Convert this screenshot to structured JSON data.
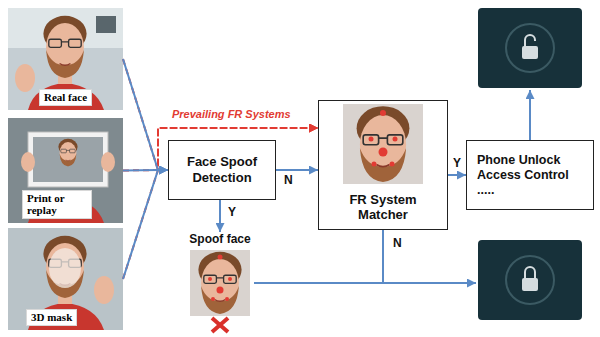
{
  "diagram": {
    "nodes": [
      {
        "text": [
          "Real face"
        ]
      },
      {
        "text": [
          "Print or replay"
        ]
      },
      {
        "text": [
          "3D mask"
        ]
      },
      {
        "text": [
          "Face Spoof Detection"
        ]
      },
      {
        "text": [
          "FR System Matcher"
        ]
      },
      {
        "text": [
          "Phone Unlock Access Control ....."
        ]
      },
      {
        "text": [
          "Spoof face"
        ]
      }
    ],
    "edges": [
      {
        "from": 0,
        "to": 4,
        "arrow": "to"
      },
      {
        "from": 1,
        "to": 4,
        "arrow": "to"
      },
      {
        "from": 2,
        "to": 4,
        "arrow": "to"
      },
      {
        "from": 0,
        "to": 3,
        "arrow": "to"
      },
      {
        "from": 1,
        "to": 3,
        "arrow": "to"
      },
      {
        "from": 2,
        "to": 3,
        "arrow": "to"
      },
      {
        "from": 3,
        "to": 4,
        "label": "N",
        "arrow": "to"
      },
      {
        "from": 3,
        "to": 6,
        "label": "Y",
        "arrow": "to"
      },
      {
        "from": 4,
        "to": 5,
        "label": "Y",
        "arrow": "to"
      }
    ],
    "labels": [
      "Prevailing FR Systems",
      "N"
    ]
  }
}
